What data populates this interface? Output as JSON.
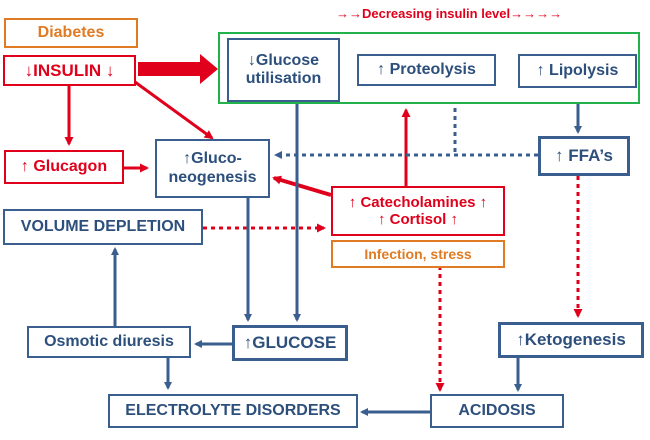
{
  "title_note": "→→Decreasing insulin level→→→→",
  "nodes": {
    "diabetes": "Diabetes",
    "insulin": "↓INSULIN ↓",
    "glucose_utilisation_l1": "↓Glucose",
    "glucose_utilisation_l2": "utilisation",
    "proteolysis": "↑ Proteolysis",
    "lipolysis": "↑ Lipolysis",
    "glucagon": "↑ Glucagon",
    "gluconeogenesis_l1": "↑Gluco-",
    "gluconeogenesis_l2": "neogenesis",
    "ffas": "↑ FFA’s",
    "volume_depletion": "VOLUME DEPLETION",
    "catecholamines": "↑ Catecholamines ↑",
    "cortisol": "↑ Cortisol ↑",
    "infection_stress": "Infection, stress",
    "osmotic_diuresis": "Osmotic diuresis",
    "glucose": "↑GLUCOSE",
    "ketogenesis": "↑Ketogenesis",
    "electrolyte_disorders": "ELECTROLYTE DISORDERS",
    "acidosis": "ACIDOSIS"
  },
  "colors": {
    "blue": "#3a5f8f",
    "red": "#e0001b",
    "orange": "#e07b23",
    "green": "#21b24b"
  }
}
